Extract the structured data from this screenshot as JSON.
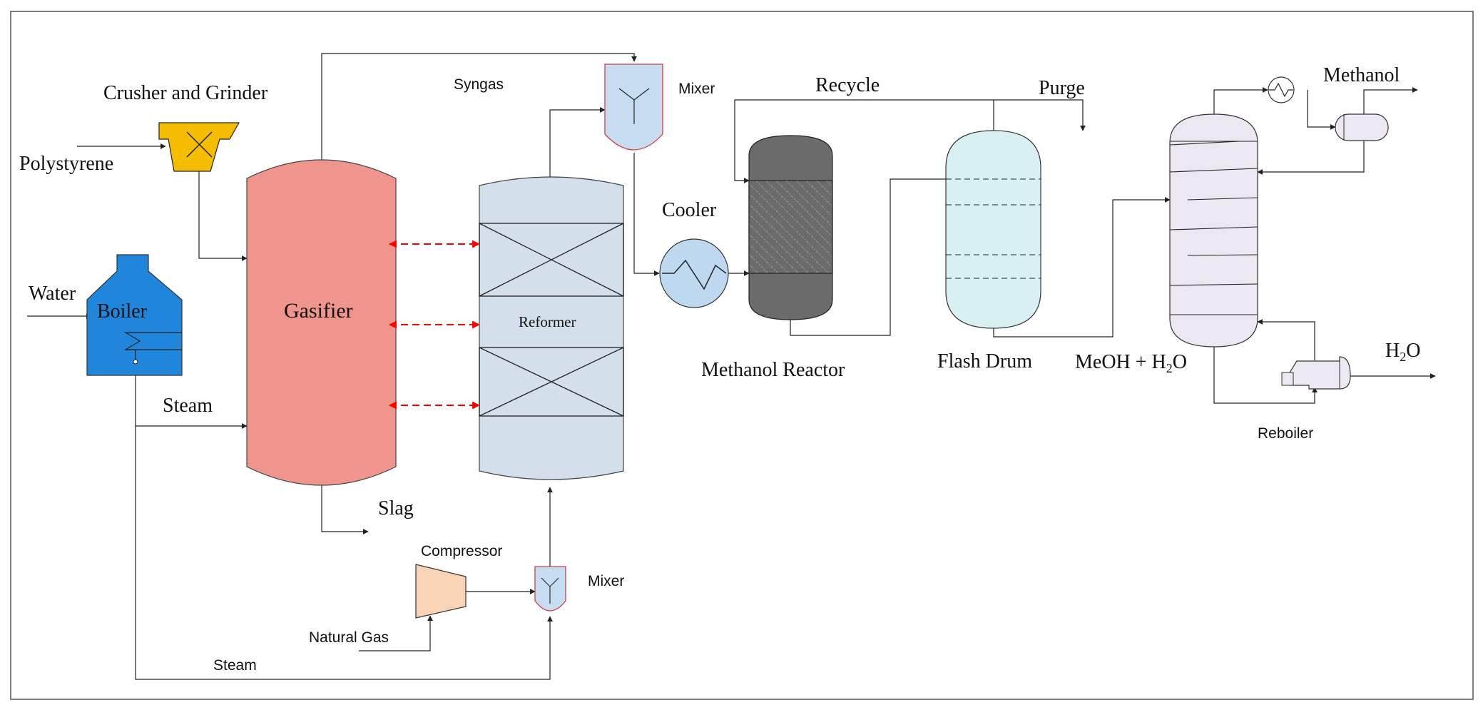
{
  "labels": {
    "crusher": "Crusher and Grinder",
    "polystyrene": "Polystyrene",
    "water": "Water",
    "boiler": "Boiler",
    "steam_gasifier": "Steam",
    "gasifier": "Gasifier",
    "slag": "Slag",
    "syngas": "Syngas",
    "mixer_top": "Mixer",
    "reformer": "Reformer",
    "compressor": "Compressor",
    "natural_gas": "Natural Gas",
    "mixer_bottom": "Mixer",
    "steam_bottom": "Steam",
    "cooler": "Cooler",
    "recycle": "Recycle",
    "purge": "Purge",
    "methanol_reactor": "Methanol Reactor",
    "flash_drum": "Flash Drum",
    "meoh_h2o_prefix": "MeOH + H",
    "meoh_h2o_sub": "2",
    "meoh_h2o_suffix": "O",
    "methanol": "Methanol",
    "h2o_prefix": "H",
    "h2o_sub": "2",
    "h2o_suffix": "O",
    "reboiler": "Reboiler"
  },
  "colors": {
    "crusher": "#f5bd00",
    "boiler": "#1f86dc",
    "gasifier": "#ef958e",
    "reformer": "#d3e0ec",
    "mixer": "#c5dcf1",
    "mixer_border": "#d04040",
    "compressor": "#f9d3b5",
    "cooler": "#bed8f0",
    "reactor": "#6b6b6b",
    "flash_drum": "#d8f0f2",
    "column": "#ece7f1",
    "heat_arrow": "#ff0000"
  },
  "icons": [
    "crusher-x-icon",
    "heat-exchanger-icon",
    "mixer-y-icon",
    "heat-coil-icon"
  ]
}
